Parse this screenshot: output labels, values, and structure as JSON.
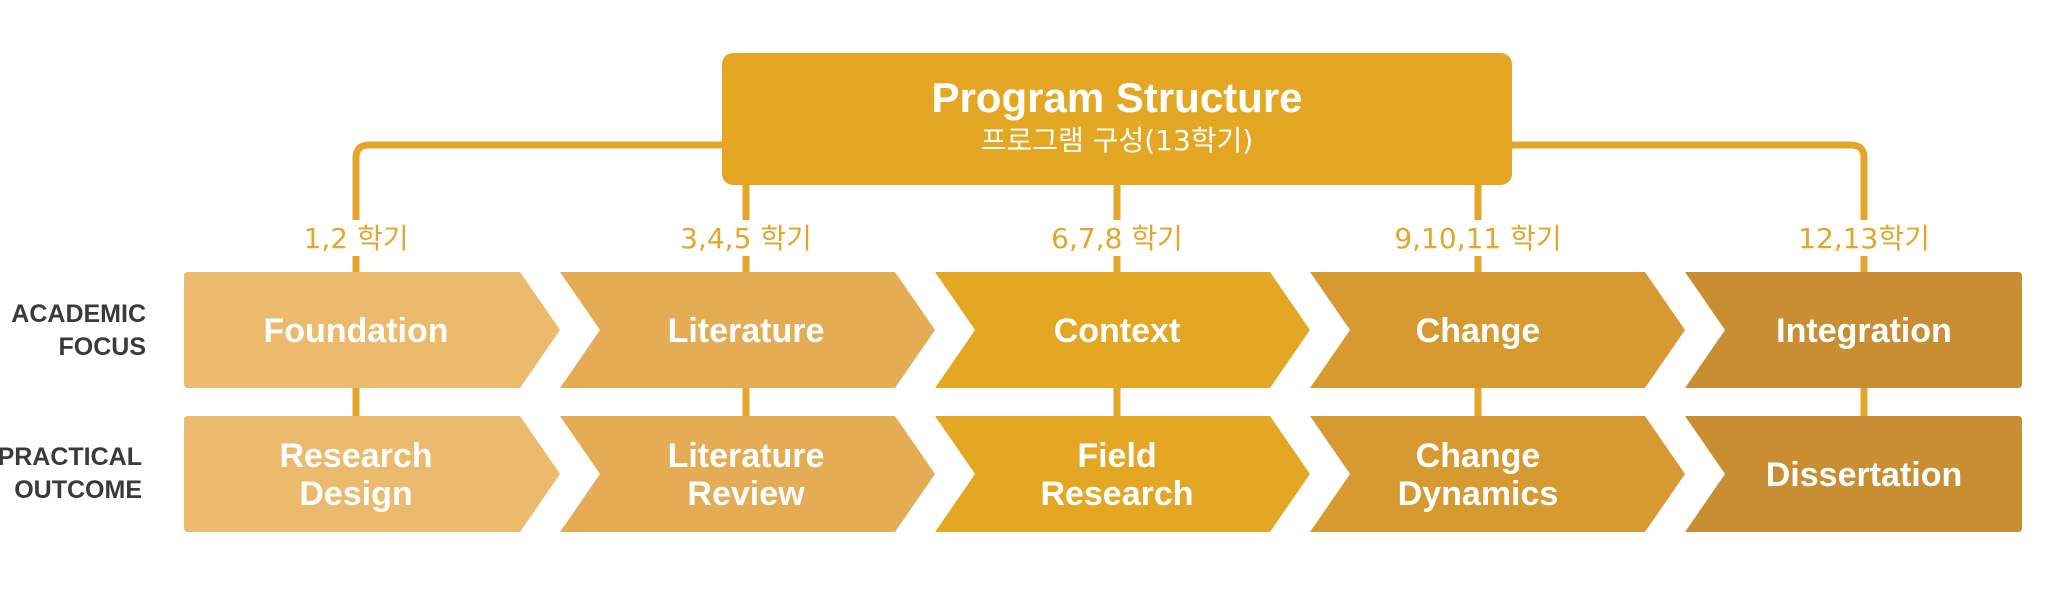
{
  "header": {
    "title": "Program Structure",
    "subtitle": "프로그램 구성(13학기)",
    "color": "#e3a724"
  },
  "connector_color": "#e3a62a",
  "row_labels": {
    "academic": [
      "ACADEMIC",
      "FOCUS"
    ],
    "practical": [
      "PRACTICAL",
      "OUTCOME"
    ]
  },
  "stages": [
    {
      "semester": "1,2 학기",
      "focus": [
        "Foundation"
      ],
      "outcome": [
        "Research",
        "Design"
      ],
      "color": "#ebba6c"
    },
    {
      "semester": "3,4,5 학기",
      "focus": [
        "Literature"
      ],
      "outcome": [
        "Literature",
        "Review"
      ],
      "color": "#e3ac55"
    },
    {
      "semester": "6,7,8 학기",
      "focus": [
        "Context"
      ],
      "outcome": [
        "Field",
        "Research"
      ],
      "color": "#e3a724"
    },
    {
      "semester": "9,10,11 학기",
      "focus": [
        "Change"
      ],
      "outcome": [
        "Change",
        "Dynamics"
      ],
      "color": "#d69a31"
    },
    {
      "semester": "12,13학기",
      "focus": [
        "Integration"
      ],
      "outcome": [
        "Dissertation"
      ],
      "color": "#c98e31"
    }
  ]
}
